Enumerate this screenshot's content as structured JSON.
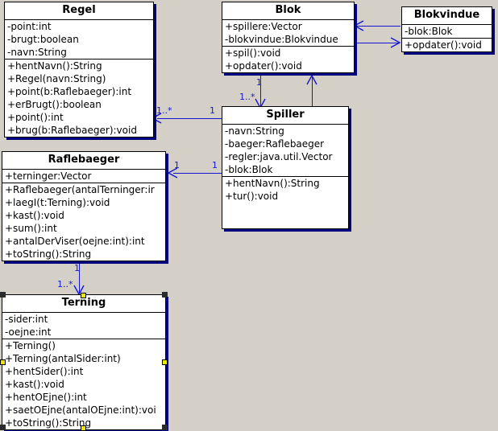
{
  "diagram": {
    "title": "UML Class Diagram",
    "background_color": "#d4d0c8",
    "box_fill": "#ffffff",
    "box_border": "#000000",
    "shadow_color": "#000080",
    "connector_color": "#1515d8",
    "selected_class": "Terning"
  },
  "classes": [
    {
      "id": "regel",
      "name": "Regel",
      "attributes": [
        "-point:int",
        "-brugt:boolean",
        "-navn:String"
      ],
      "methods": [
        "+hentNavn():String",
        "+Regel(navn:String)",
        "+point(b:Raflebaeger):int",
        "+erBrugt():boolean",
        "+point():int",
        "+brug(b:Raflebaeger):void"
      ]
    },
    {
      "id": "blok",
      "name": "Blok",
      "attributes": [
        "+spillere:Vector",
        "-blokvindue:Blokvindue"
      ],
      "methods": [
        "+spil():void",
        "+opdater():void"
      ]
    },
    {
      "id": "blokvindue",
      "name": "Blokvindue",
      "attributes": [
        "-blok:Blok"
      ],
      "methods": [
        "+opdater():void"
      ]
    },
    {
      "id": "spiller",
      "name": "Spiller",
      "attributes": [
        "-navn:String",
        "-baeger:Raflebaeger",
        "-regler:java.util.Vector",
        "-blok:Blok"
      ],
      "methods": [
        "+hentNavn():String",
        "+tur():void"
      ]
    },
    {
      "id": "raflebaeger",
      "name": "Raflebaeger",
      "attributes": [
        "+terninger:Vector"
      ],
      "methods": [
        "+Raflebaeger(antalTerninger:ir",
        "+laegI(t:Terning):void",
        "+kast():void",
        "+sum():int",
        "+antalDerViser(oejne:int):int",
        "+toString():String"
      ]
    },
    {
      "id": "terning",
      "name": "Terning",
      "attributes": [
        "-sider:int",
        "-oejne:int"
      ],
      "methods": [
        "+Terning()",
        "+Terning(antalSider:int)",
        "+hentSider():int",
        "+kast():void",
        "+hentOEjne():int",
        "+saetOEjne(antalOEjne:int):voi",
        "+toString():String"
      ]
    }
  ],
  "multiplicities": {
    "spiller_regel_source": "1",
    "spiller_regel_target": "1..*",
    "spiller_raflebaeger_source": "1",
    "spiller_raflebaeger_target": "1",
    "blok_spiller_source": "1",
    "blok_spiller_target": "1..*",
    "raflebaeger_terning_source": "1",
    "raflebaeger_terning_target": "1..*"
  }
}
